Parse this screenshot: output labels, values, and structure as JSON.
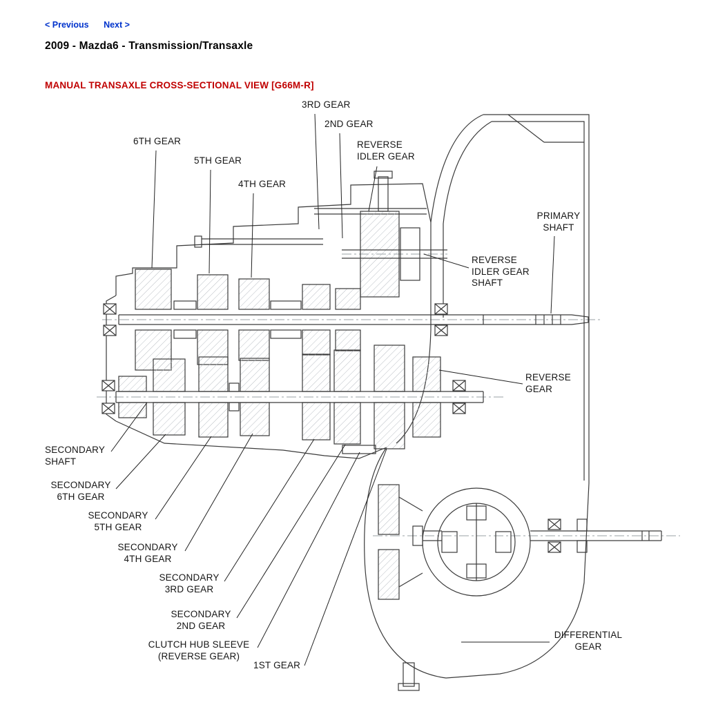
{
  "page": {
    "title": "2009 - Mazda6 - Transmission/Transaxle",
    "section_heading": "MANUAL TRANSAXLE CROSS-SECTIONAL VIEW [G66M-R]",
    "colors": {
      "link": "#0033cc",
      "heading": "#c00000",
      "ink": "#111111",
      "line": "#3a3a3a"
    }
  },
  "nav": {
    "previous_label": "< Previous",
    "next_label": "Next >"
  },
  "diagram": {
    "labels": {
      "gear_3rd": "3RD GEAR",
      "gear_2nd": "2ND GEAR",
      "gear_6th": "6TH GEAR",
      "reverse_idler_gear": "REVERSE\nIDLER GEAR",
      "gear_5th": "5TH GEAR",
      "gear_4th": "4TH GEAR",
      "primary_shaft": "PRIMARY\nSHAFT",
      "reverse_idler_gear_shaft": "REVERSE\nIDLER GEAR\nSHAFT",
      "reverse_gear": "REVERSE\nGEAR",
      "secondary_shaft": "SECONDARY\nSHAFT",
      "secondary_6th_gear": "SECONDARY\n6TH GEAR",
      "secondary_5th_gear": "SECONDARY\n5TH GEAR",
      "secondary_4th_gear": "SECONDARY\n4TH GEAR",
      "secondary_3rd_gear": "SECONDARY\n3RD GEAR",
      "secondary_2nd_gear": "SECONDARY\n2ND GEAR",
      "clutch_hub_sleeve": "CLUTCH HUB SLEEVE\n(REVERSE GEAR)",
      "gear_1st": "1ST GEAR",
      "differential_gear": "DIFFERENTIAL\nGEAR"
    }
  }
}
